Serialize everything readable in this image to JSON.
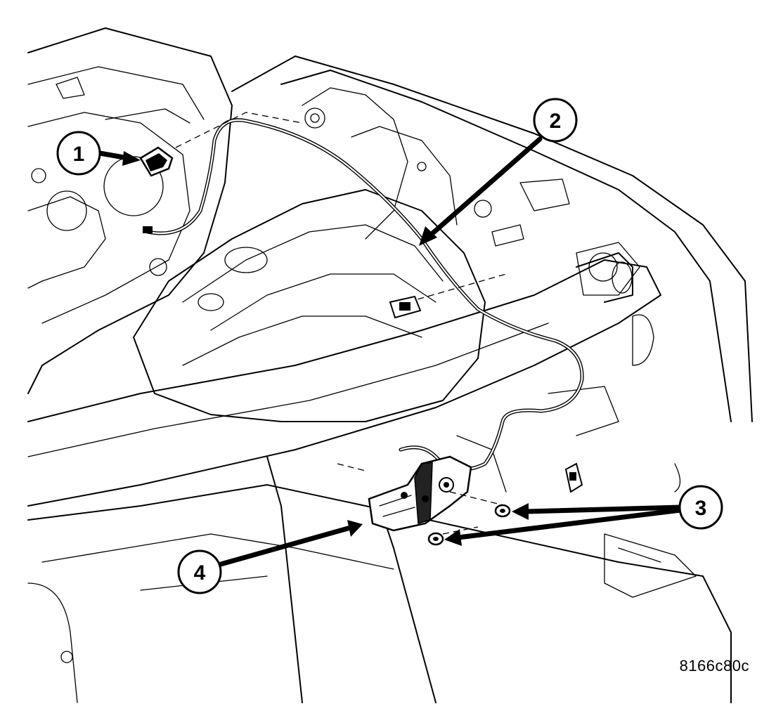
{
  "callouts": [
    {
      "id": "1",
      "label": "1"
    },
    {
      "id": "2",
      "label": "2"
    },
    {
      "id": "3",
      "label": "3"
    },
    {
      "id": "4",
      "label": "4"
    }
  ],
  "figure_id": "8166c80c"
}
